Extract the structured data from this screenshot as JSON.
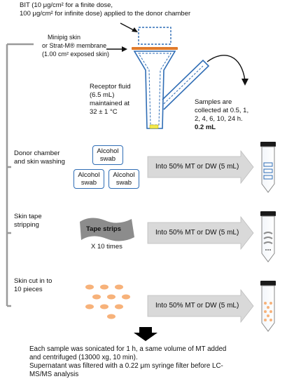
{
  "header": {
    "line1": "BIT (10 μg/cm² for a finite dose,",
    "line2": "100 μg/cm² for infinite dose) applied to the donor chamber"
  },
  "membrane": {
    "line1": "Minipig skin",
    "line2": "or Strat-M® membrane",
    "line3": "(1.00 cm² exposed skin)"
  },
  "receptor": {
    "line1": "Receptor fluid",
    "line2": "(6.5 mL)",
    "line3": "maintained at",
    "line4": "32 ± 1 °C"
  },
  "sampling": {
    "line1": "Samples are",
    "line2": "collected at 0.5, 1,",
    "line3": "2, 4, 6, 10, 24 h.",
    "line4": "0.2 mL"
  },
  "steps": [
    {
      "label1": "Donor chamber",
      "label2": "and skin washing",
      "arrow_text": "Into 50% MT or DW (5 mL)"
    },
    {
      "label1": "Skin tape",
      "label2": "stripping",
      "arrow_text": "Into 50% MT or DW (5 mL)"
    },
    {
      "label1": "Skin cut in to",
      "label2": "10 pieces",
      "arrow_text": "Into 50% MT or DW (5 mL)"
    }
  ],
  "swabs": [
    {
      "line1": "Alcohol",
      "line2": "swab"
    },
    {
      "line1": "Alcohol",
      "line2": "swab"
    },
    {
      "line1": "Alcohol",
      "line2": "swab"
    }
  ],
  "tape": {
    "label": "Tape strips",
    "times": "X 10 times"
  },
  "final": {
    "line1": "Each sample was sonicated for 1 h, a same volume of MT added",
    "line2": "and centrifuged (13000 xg, 10 min).",
    "line3": "Supernatant was filtered with a 0.22 μm syringe filter before LC-",
    "line4": "MS/MS analysis"
  },
  "colors": {
    "bracket": "#9a9a9a",
    "swab_border": "#2f6db5",
    "arrow_fill": "#d9d9d9",
    "membrane": "#e07b2c",
    "cell_border": "#2f6db5",
    "sample_yellow": "#f2e94e",
    "skin_piece": "#f7b27a",
    "tape": "#8c8c8c",
    "tube_cap": "#1a1a1a"
  }
}
